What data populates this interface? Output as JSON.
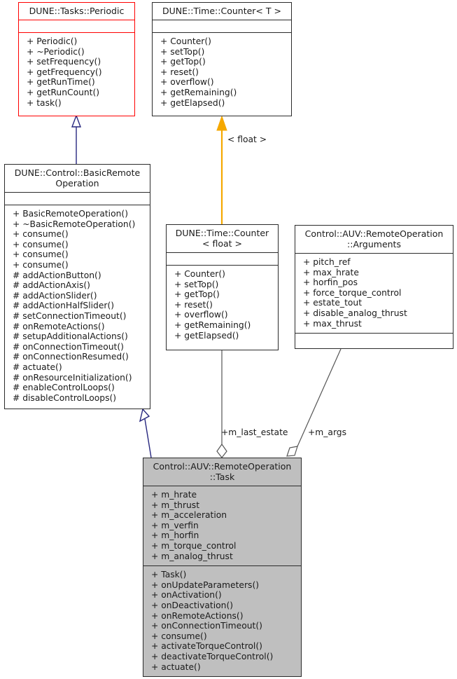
{
  "diagram": {
    "type": "uml-class-diagram",
    "background": "#ffffff",
    "colors": {
      "highlight_border": "#ff0000",
      "normal_border": "#2b2b2b",
      "focus_fill": "#bfbfbf",
      "inheritance_edge": "#27277f",
      "template_edge": "#f5a800",
      "association_edge": "#555555"
    }
  },
  "classes": {
    "periodic": {
      "title": "DUNE::Tasks::Periodic",
      "attributes": [],
      "methods": [
        "+ Periodic()",
        "+ ~Periodic()",
        "+ setFrequency()",
        "+ getFrequency()",
        "+ getRunTime()",
        "+ getRunCount()",
        "+ task()"
      ]
    },
    "counter_t": {
      "title": "DUNE::Time::Counter< T >",
      "attributes": [],
      "methods": [
        "+ Counter()",
        "+ setTop()",
        "+ getTop()",
        "+ reset()",
        "+ overflow()",
        "+ getRemaining()",
        "+ getElapsed()"
      ]
    },
    "basic_remote_operation": {
      "title": "DUNE::Control::BasicRemote\nOperation",
      "attributes": [],
      "methods": [
        "+ BasicRemoteOperation()",
        "+ ~BasicRemoteOperation()",
        "+ consume()",
        "+ consume()",
        "+ consume()",
        "+ consume()",
        "# addActionButton()",
        "# addActionAxis()",
        "# addActionSlider()",
        "# addActionHalfSlider()",
        "# setConnectionTimeout()",
        "# onRemoteActions()",
        "# setupAdditionalActions()",
        "# onConnectionTimeout()",
        "# onConnectionResumed()",
        "# actuate()",
        "# onResourceInitialization()",
        "# enableControlLoops()",
        "# disableControlLoops()"
      ]
    },
    "counter_float": {
      "title": "DUNE::Time::Counter\n< float >",
      "attributes": [],
      "methods": [
        "+ Counter()",
        "+ setTop()",
        "+ getTop()",
        "+ reset()",
        "+ overflow()",
        "+ getRemaining()",
        "+ getElapsed()"
      ]
    },
    "arguments": {
      "title": "Control::AUV::RemoteOperation\n::Arguments",
      "attributes": [
        "+ pitch_ref",
        "+ max_hrate",
        "+ horfin_pos",
        "+ force_torque_control",
        "+ estate_tout",
        "+ disable_analog_thrust",
        "+ max_thrust"
      ],
      "methods": []
    },
    "task": {
      "title": "Control::AUV::RemoteOperation\n::Task",
      "attributes": [
        "+ m_hrate",
        "+ m_thrust",
        "+ m_acceleration",
        "+ m_verfin",
        "+ m_horfin",
        "+ m_torque_control",
        "+ m_analog_thrust"
      ],
      "methods": [
        "+ Task()",
        "+ onUpdateParameters()",
        "+ onActivation()",
        "+ onDeactivation()",
        "+ onRemoteActions()",
        "+ onConnectionTimeout()",
        "+ consume()",
        "+ activateTorqueControl()",
        "+ deactivateTorqueControl()",
        "+ actuate()"
      ]
    }
  },
  "edges": {
    "template_binding_label": "< float >",
    "aggregation_last_estate_label": "+m_last_estate",
    "aggregation_args_label": "+m_args"
  }
}
